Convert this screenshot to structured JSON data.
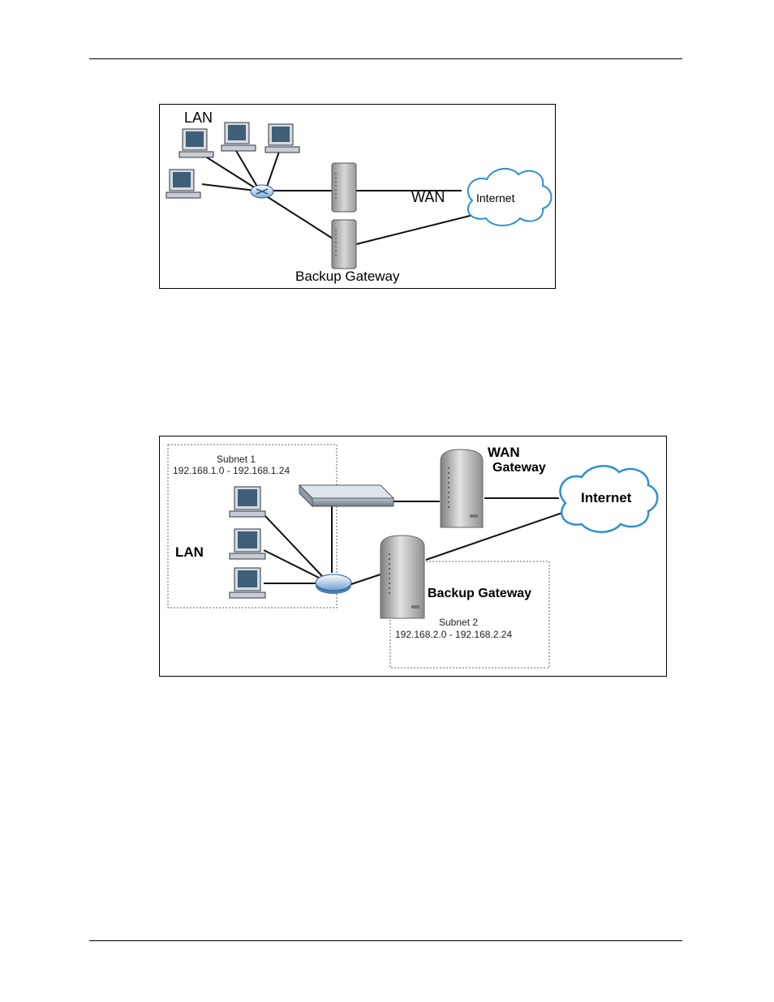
{
  "figure1": {
    "lan_label": "LAN",
    "wan_label": "WAN",
    "internet_label": "Internet",
    "backup_label": "Backup Gateway"
  },
  "figure2": {
    "subnet1_title": "Subnet 1",
    "subnet1_range": "192.168.1.0 - 192.168.1.24",
    "lan_label": "LAN",
    "wan_label": "WAN",
    "gateway_label": "Gateway",
    "internet_label": "Internet",
    "backup_label": "Backup Gateway",
    "subnet2_title": "Subnet 2",
    "subnet2_range": "192.168.2.0 - 192.168.2.24"
  }
}
